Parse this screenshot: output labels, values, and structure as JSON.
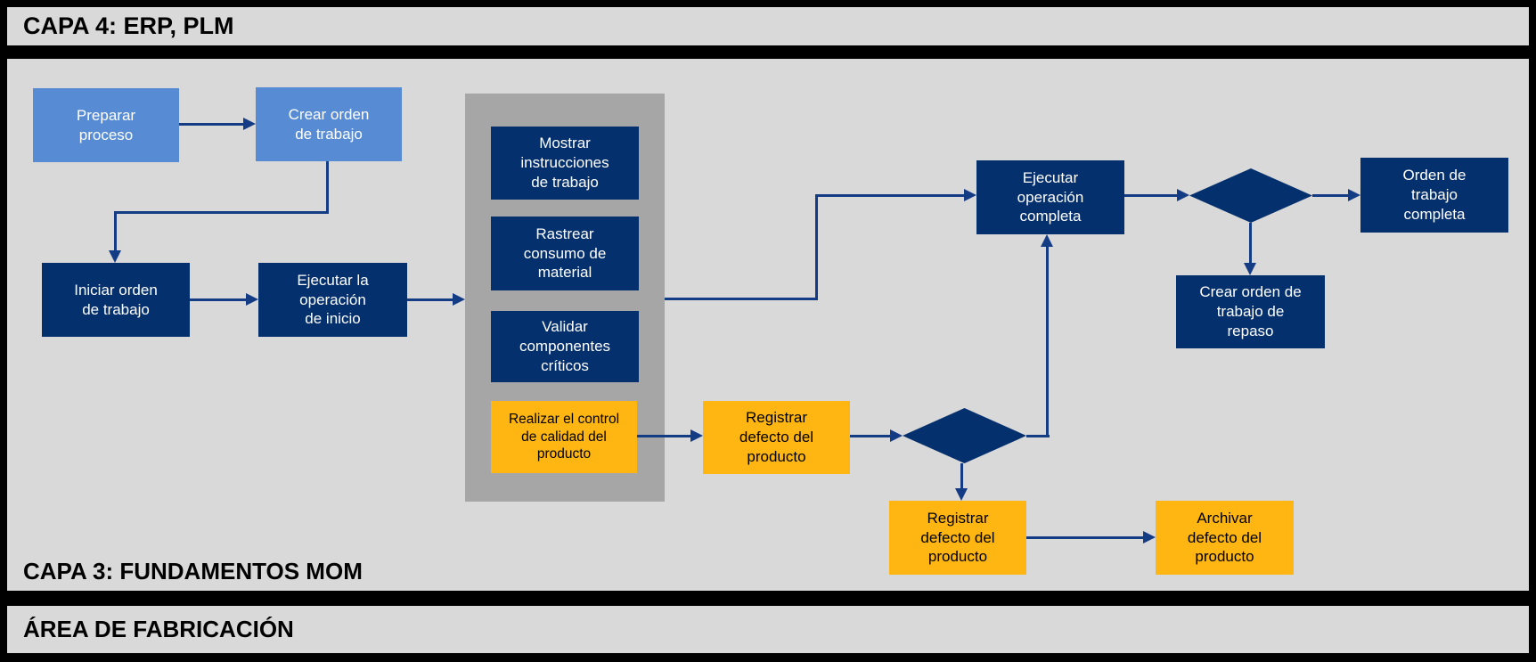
{
  "lanes": {
    "capa4": "CAPA 4: ERP, PLM",
    "capa3": "CAPA 3: FUNDAMENTOS MOM",
    "area": "ÁREA DE FABRICACIÓN"
  },
  "nodes": {
    "preparar_proceso": "Preparar\nproceso",
    "crear_orden_trabajo": "Crear orden\nde trabajo",
    "iniciar_orden_trabajo": "Iniciar orden\nde trabajo",
    "ejecutar_operacion_inicio": "Ejecutar la\noperación\nde inicio",
    "mostrar_instrucciones": "Mostrar\ninstrucciones\nde trabajo",
    "rastrear_consumo": "Rastrear\nconsumo de\nmaterial",
    "validar_componentes": "Validar\ncomponentes\ncríticos",
    "realizar_control_calidad": "Realizar el control\nde calidad del\nproducto",
    "registrar_defecto_mid": "Registrar\ndefecto del\nproducto",
    "ejecutar_operacion_completa": "Ejecutar\noperación\ncompleta",
    "orden_trabajo_completa": "Orden de\ntrabajo\ncompleta",
    "crear_orden_repaso": "Crear orden de\ntrabajo de\nrepaso",
    "registrar_defecto_bottom": "Registrar\ndefecto del\nproducto",
    "archivar_defecto": "Archivar\ndefecto del\nproducto"
  },
  "colors": {
    "light_blue": "#578cd4",
    "navy": "#05306e",
    "orange": "#ffb612",
    "container_gray": "#a6a6a6",
    "lane_gray": "#d9d9d9",
    "connector_blue": "#143c85",
    "separator_black": "#000000"
  }
}
